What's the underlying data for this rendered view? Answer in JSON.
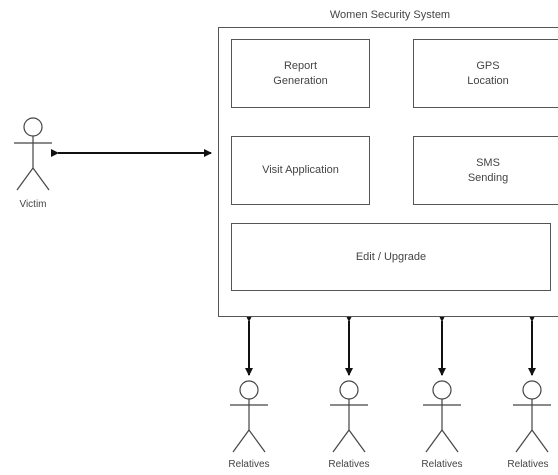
{
  "diagram": {
    "system_title": "Women Security System",
    "use_cases": {
      "report": "Report\nGeneration",
      "gps": "GPS\nLocation",
      "visit": "Visit Application",
      "sms": "SMS\nSending",
      "edit": "Edit / Upgrade"
    },
    "actors": {
      "victim": "Victim",
      "relatives": [
        "Relatives",
        "Relatives",
        "Relatives",
        "Relatives"
      ]
    }
  }
}
